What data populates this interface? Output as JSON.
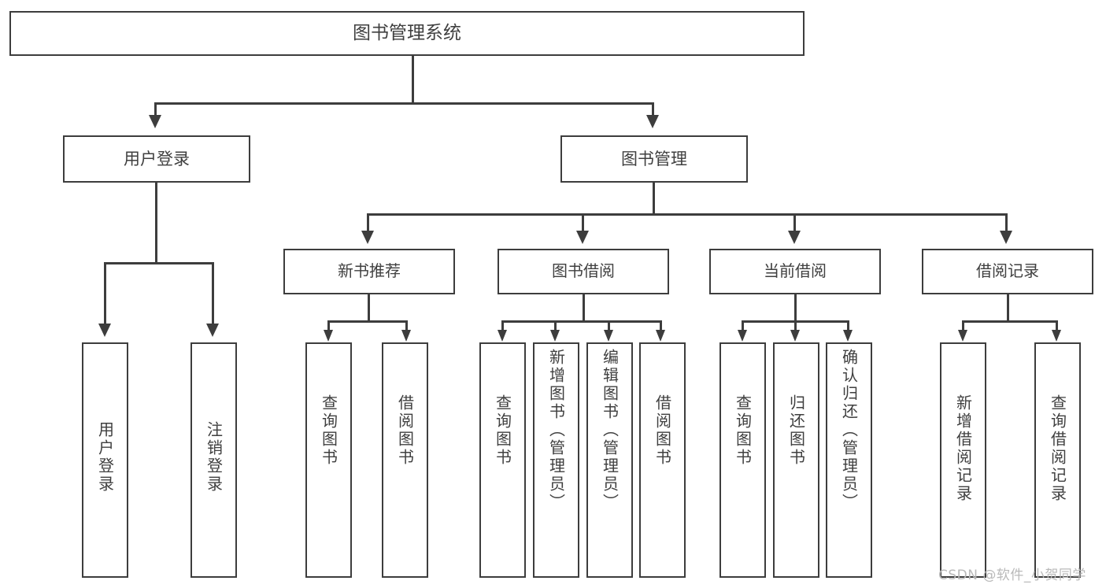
{
  "diagram": {
    "title": "图书管理系统",
    "type": "tree",
    "root": {
      "label": "图书管理系统"
    },
    "level2": [
      {
        "label": "用户登录"
      },
      {
        "label": "图书管理"
      }
    ],
    "level3": [
      {
        "label": "新书推荐"
      },
      {
        "label": "图书借阅"
      },
      {
        "label": "当前借阅"
      },
      {
        "label": "借阅记录"
      }
    ],
    "leaves": {
      "user_login": [
        {
          "label": "用户登录"
        },
        {
          "label": "注销登录"
        }
      ],
      "new_book_recommend": [
        {
          "label": "查询图书"
        },
        {
          "label": "借阅图书"
        }
      ],
      "book_borrow": [
        {
          "label": "查询图书"
        },
        {
          "label": "新增图书（管理员）"
        },
        {
          "label": "编辑图书（管理员）"
        },
        {
          "label": "借阅图书"
        }
      ],
      "current_borrow": [
        {
          "label": "查询图书"
        },
        {
          "label": "归还图书"
        },
        {
          "label": "确认归还（管理员）"
        }
      ],
      "borrow_record": [
        {
          "label": "新增借阅记录"
        },
        {
          "label": "查询借阅记录"
        }
      ]
    }
  },
  "watermark": {
    "text": "CSDN @软件_小贺同学"
  },
  "colors": {
    "border": "#3d3d3d",
    "text": "#3f3f3f",
    "background": "#ffffff",
    "watermark": "#b9b9b9"
  }
}
